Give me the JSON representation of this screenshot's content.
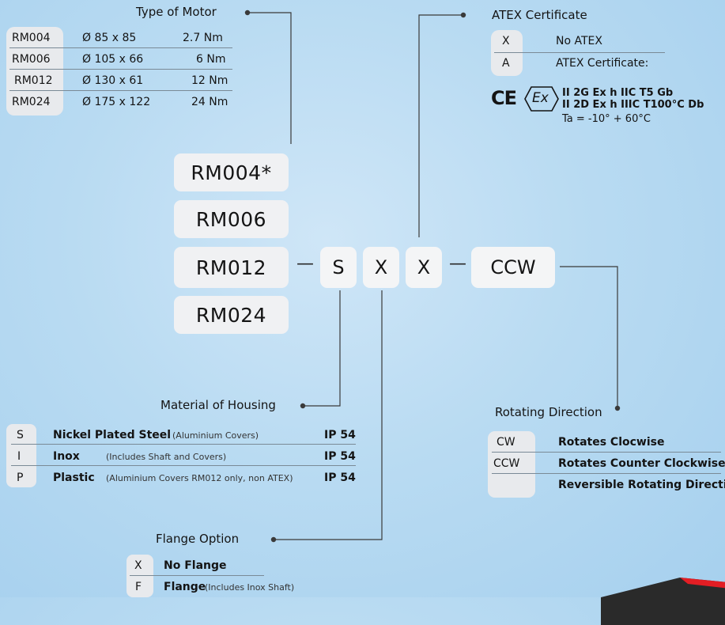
{
  "motor": {
    "heading": "Type of Motor",
    "rows": [
      {
        "code": "RM004",
        "dim": "Ø 85 x 85",
        "torque": "2.7 Nm"
      },
      {
        "code": "RM006",
        "dim": "Ø 105 x 66",
        "torque": "6 Nm"
      },
      {
        "code": "RM012",
        "dim": "Ø 130 x 61",
        "torque": "12 Nm"
      },
      {
        "code": "RM024",
        "dim": "Ø 175 x 122",
        "torque": "24 Nm"
      }
    ]
  },
  "atex": {
    "heading": "ATEX Certificate",
    "rows": [
      {
        "code": "X",
        "label": "No ATEX"
      },
      {
        "code": "A",
        "label": "ATEX Certificate:"
      }
    ],
    "ce_mark": "CE",
    "ex_mark": "Ex",
    "line1": "II 2G Ex h IIC T5 Gb",
    "line2": "II 2D Ex h IIIC T100°C Db",
    "line3": "Ta = -10° + 60°C"
  },
  "config": {
    "motor_options": [
      "RM004*",
      "RM006",
      "RM012",
      "RM024"
    ],
    "dash": "—",
    "housing": "S",
    "flange": "X",
    "atex": "X",
    "direction": "CCW"
  },
  "housing": {
    "heading": "Material of Housing",
    "rows": [
      {
        "code": "S",
        "label": "Nickel Plated Steel",
        "note": "(Aluminium Covers)",
        "ip": "IP 54"
      },
      {
        "code": "I",
        "label": "Inox",
        "note": "(Includes Shaft and Covers)",
        "ip": "IP 54"
      },
      {
        "code": "P",
        "label": "Plastic",
        "note": "(Aluminium Covers RM012 only, non ATEX)",
        "ip": "IP 54"
      }
    ]
  },
  "direction": {
    "heading": "Rotating Direction",
    "rows": [
      {
        "code": "CW",
        "label": "Rotates Clocwise"
      },
      {
        "code": "CCW",
        "label": "Rotates Counter Clockwise"
      },
      {
        "code": "",
        "label": "Reversible Rotating Direction"
      }
    ]
  },
  "flange": {
    "heading": "Flange Option",
    "rows": [
      {
        "code": "X",
        "label": "No Flange",
        "note": ""
      },
      {
        "code": "F",
        "label": "Flange",
        "note": "(Includes Inox Shaft)"
      }
    ]
  },
  "colors": {
    "background": "#b9dbf2",
    "box": "#e8eaed",
    "accent": "#e31e24",
    "line": "#3a3a3a"
  }
}
